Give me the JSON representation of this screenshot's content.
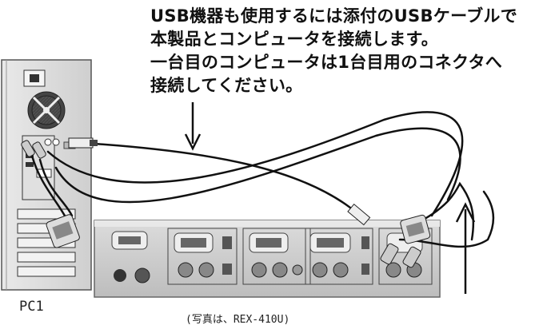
{
  "caption": {
    "line1": "USB機器も使用するには添付のUSBケーブルで",
    "line2": "本製品とコンピュータを接続します。",
    "line3": "一台目のコンピュータは1台目用のコネクタへ",
    "line4": "接続してください。"
  },
  "pc_label": "PC1",
  "photo_note": "(写真は、REX-410U)",
  "colors": {
    "background": "#ffffff",
    "device": "#cfcfcf",
    "cable": "#111111",
    "text": "#111111"
  }
}
